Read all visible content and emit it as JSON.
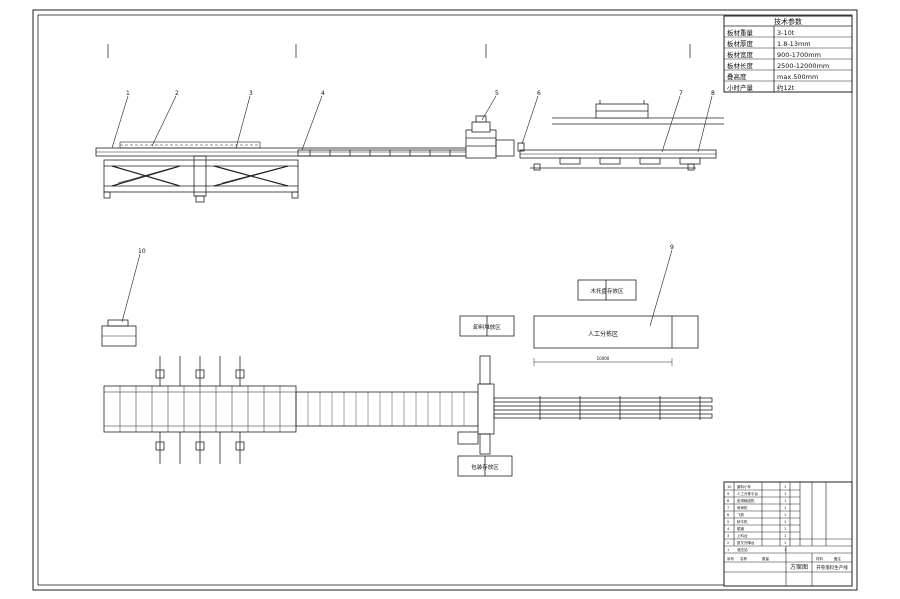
{
  "tech_params": {
    "title": "技术参数",
    "rows": [
      {
        "label": "板材重量",
        "value": "3-10t"
      },
      {
        "label": "板材厚度",
        "value": "1.8-13mm"
      },
      {
        "label": "板材宽度",
        "value": "900-1700mm"
      },
      {
        "label": "板材长度",
        "value": "2500-12000mm"
      },
      {
        "label": "叠高度",
        "value": "max.500mm"
      },
      {
        "label": "小时产量",
        "value": "约12t"
      }
    ]
  },
  "callouts": [
    "1",
    "2",
    "3",
    "4",
    "5",
    "6",
    "7",
    "8",
    "9",
    "10"
  ],
  "zones": {
    "zone_a": "木托盘存放区",
    "zone_b": "卸料堆放区",
    "zone_c": "人工分拣区",
    "zone_d": "包装存放区"
  },
  "dimension_label": "10000",
  "title_block": {
    "drawing_name": "方案图",
    "product_name": "开卷落料生产线",
    "company_line": "",
    "parts_rows": [
      {
        "no": "10",
        "name": "废料小车",
        "qty": "1"
      },
      {
        "no": "9",
        "name": "人工分拣平台",
        "qty": "1"
      },
      {
        "no": "8",
        "name": "皮带输送机",
        "qty": "1"
      },
      {
        "no": "7",
        "name": "堆垛机",
        "qty": "1"
      },
      {
        "no": "6",
        "name": "飞剪",
        "qty": "1"
      },
      {
        "no": "5",
        "name": "矫平机",
        "qty": "1"
      },
      {
        "no": "4",
        "name": "辊道",
        "qty": "1"
      },
      {
        "no": "3",
        "name": "上料台",
        "qty": "1"
      },
      {
        "no": "2",
        "name": "剪叉升降台",
        "qty": "1"
      },
      {
        "no": "1",
        "name": "液压站",
        "qty": "1"
      }
    ],
    "header_cells": [
      "序号",
      "名称",
      "数量",
      "材料",
      "备注"
    ]
  }
}
